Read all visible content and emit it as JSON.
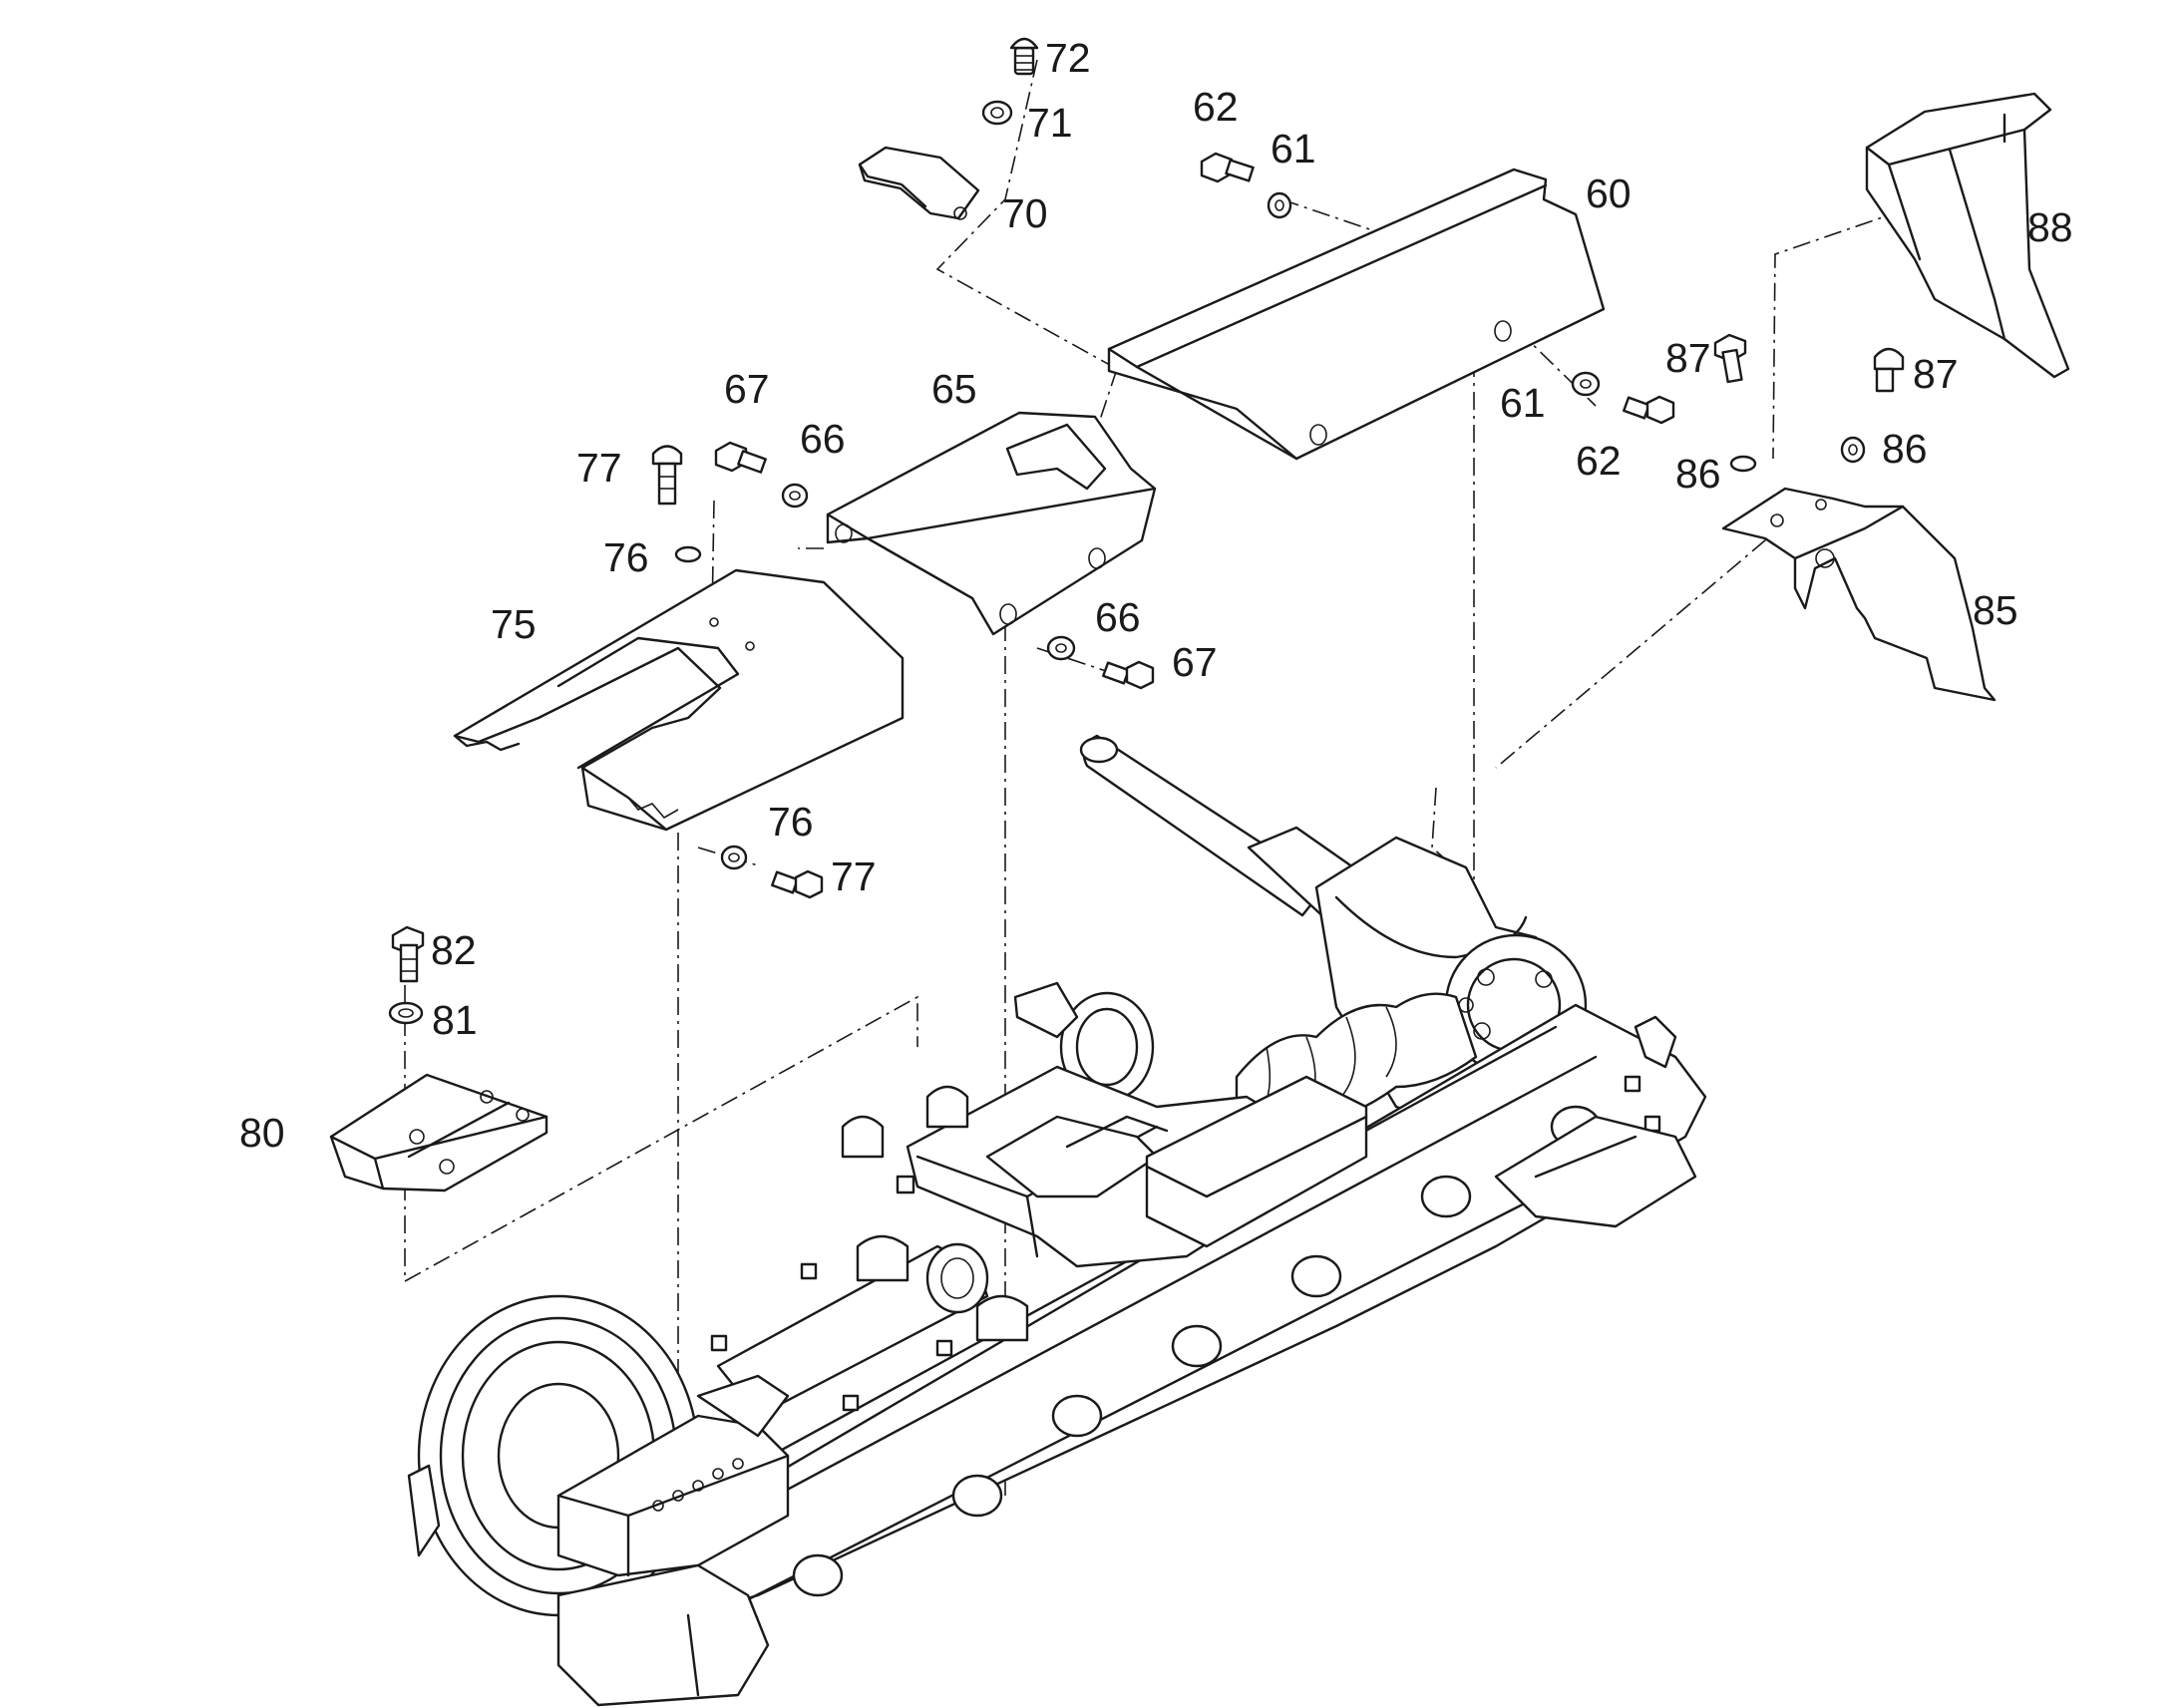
{
  "diagram": {
    "callouts": [
      {
        "id": "c72a",
        "text": "72"
      },
      {
        "id": "c71",
        "text": "71"
      },
      {
        "id": "c70",
        "text": "70"
      },
      {
        "id": "c62a",
        "text": "62"
      },
      {
        "id": "c61a",
        "text": "61"
      },
      {
        "id": "c60",
        "text": "60"
      },
      {
        "id": "c88",
        "text": "88"
      },
      {
        "id": "c67a",
        "text": "67"
      },
      {
        "id": "c65",
        "text": "65"
      },
      {
        "id": "c66a",
        "text": "66"
      },
      {
        "id": "c77a",
        "text": "77"
      },
      {
        "id": "c76a",
        "text": "76"
      },
      {
        "id": "c75",
        "text": "75"
      },
      {
        "id": "c61b",
        "text": "61"
      },
      {
        "id": "c62b",
        "text": "62"
      },
      {
        "id": "c87a",
        "text": "87"
      },
      {
        "id": "c87b",
        "text": "87"
      },
      {
        "id": "c86a",
        "text": "86"
      },
      {
        "id": "c86b",
        "text": "86"
      },
      {
        "id": "c85",
        "text": "85"
      },
      {
        "id": "c66b",
        "text": "66"
      },
      {
        "id": "c67b",
        "text": "67"
      },
      {
        "id": "c76b",
        "text": "76"
      },
      {
        "id": "c77b",
        "text": "77"
      },
      {
        "id": "c82",
        "text": "82"
      },
      {
        "id": "c81",
        "text": "81"
      },
      {
        "id": "c80",
        "text": "80"
      }
    ]
  }
}
